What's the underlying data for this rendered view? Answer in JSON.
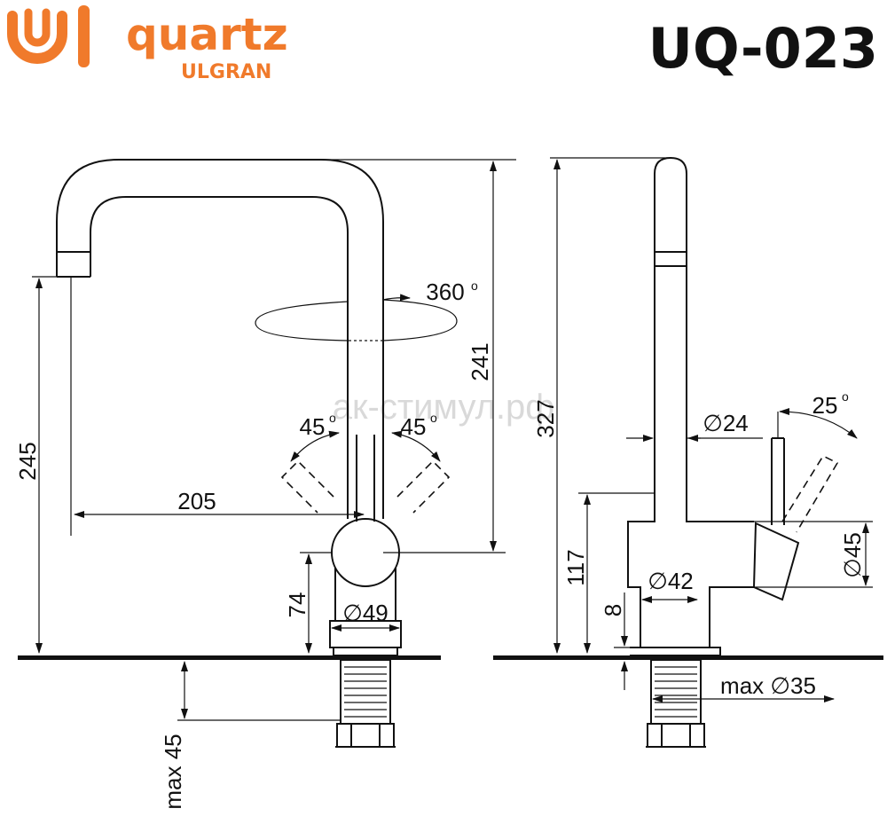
{
  "brand": {
    "name": "quartz",
    "sub": "ULGRAN",
    "color": "#f07a2b",
    "logo_icon": "ulgran-u-logo-icon"
  },
  "model": "UQ-023",
  "watermark": "ак-стимул.рф",
  "dimensions": {
    "height_total": "327",
    "spout_height": "245",
    "spout_column": "241",
    "reach": "205",
    "body_height": "117",
    "body_base": "74",
    "rotation": "360",
    "handle_left": "45",
    "handle_right": "45",
    "handle_tilt": "25",
    "base_diameter": "∅49",
    "body_diameter": "∅42",
    "spout_diameter": "∅24",
    "handle_diameter": "∅45",
    "flange": "8",
    "max_thickness": "max 45",
    "max_hole": "max ∅35",
    "degree_mark": "o"
  },
  "colors": {
    "line": "#111111",
    "accent": "#f07a2b"
  }
}
